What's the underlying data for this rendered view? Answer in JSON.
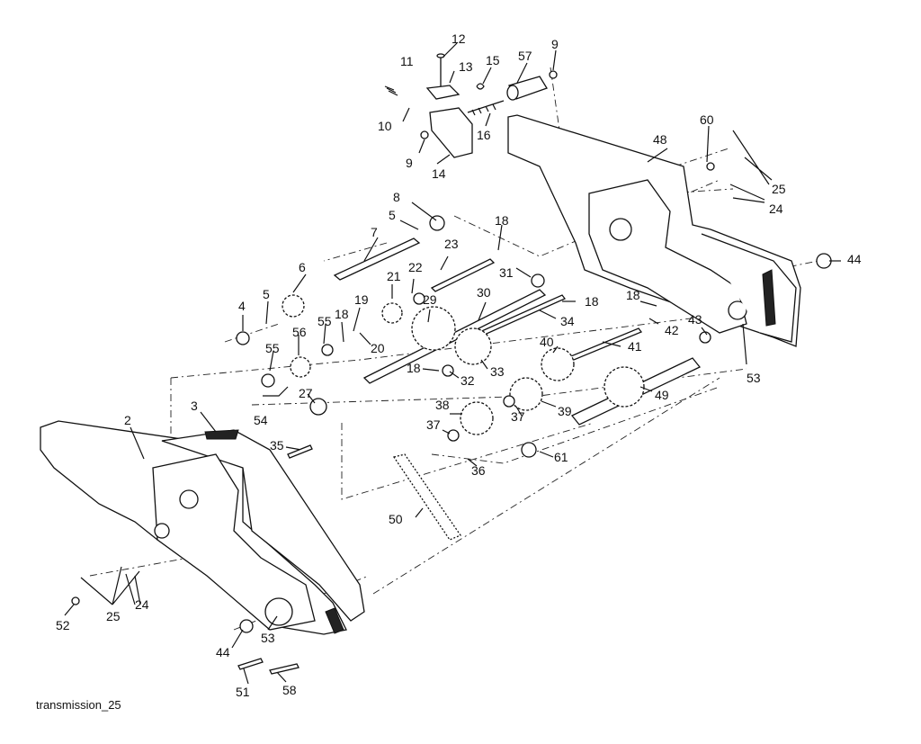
{
  "caption": "transmission_25",
  "callouts": [
    "12",
    "11",
    "13",
    "15",
    "57",
    "9",
    "10",
    "16",
    "9",
    "14",
    "60",
    "48",
    "25",
    "24",
    "8",
    "5",
    "18",
    "7",
    "23",
    "44",
    "6",
    "5",
    "21",
    "22",
    "31",
    "18",
    "4",
    "19",
    "29",
    "30",
    "18",
    "43",
    "55",
    "56",
    "55",
    "18",
    "34",
    "42",
    "20",
    "53",
    "40",
    "41",
    "33",
    "18",
    "32",
    "49",
    "54",
    "27",
    "39",
    "37",
    "38",
    "37",
    "2",
    "3",
    "35",
    "61",
    "36",
    "50",
    "24",
    "25",
    "52",
    "44",
    "53",
    "51",
    "58"
  ]
}
